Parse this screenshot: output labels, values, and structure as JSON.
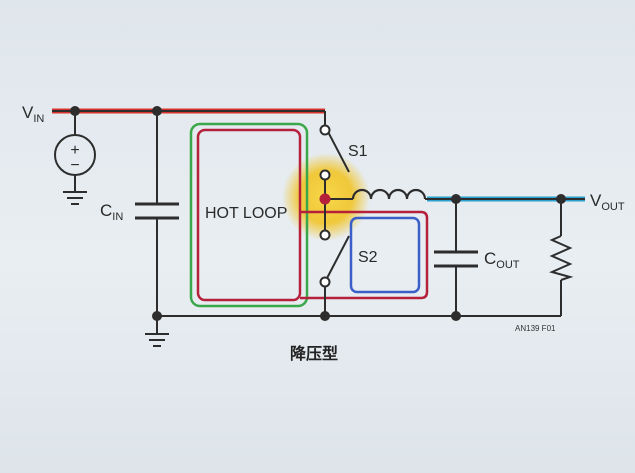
{
  "colors": {
    "vin_wire": "#d9322e",
    "vout_wire": "#2a9fd0",
    "wire": "#2d2d2d",
    "hot_loop_outer": "#3aa84a",
    "hot_loop_inner": "#b5203a",
    "s2_loop": "#3a5fc8",
    "glow": "#f2c21b"
  },
  "labels": {
    "vin_main": "V",
    "vin_sub": "IN",
    "cin_main": "C",
    "cin_sub": "IN",
    "hot_loop": "HOT LOOP",
    "s1": "S1",
    "s2": "S2",
    "cout_main": "C",
    "cout_sub": "OUT",
    "vout_main": "V",
    "vout_sub": "OUT",
    "figure_code": "AN139 F01",
    "caption": "降压型",
    "source_plus": "+",
    "source_minus": "−"
  }
}
